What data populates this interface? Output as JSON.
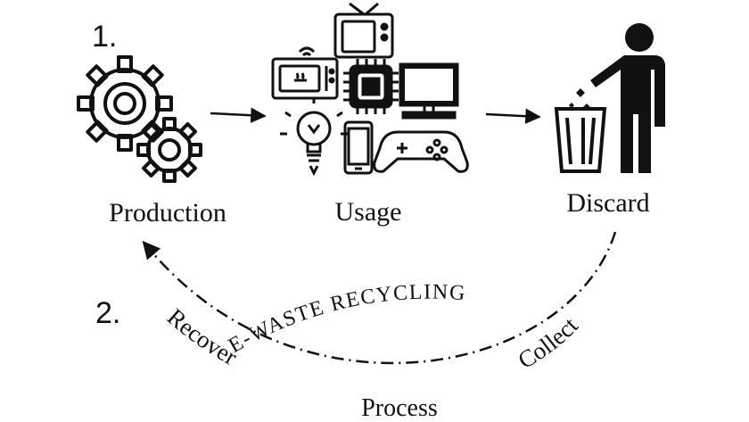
{
  "diagram": {
    "step_markers": {
      "first": "1.",
      "second": "2."
    },
    "stages": {
      "production": "Production",
      "usage": "Usage",
      "discard": "Discard"
    },
    "cycle": {
      "arc_title": "E-WASTE RECYCLING",
      "collect": "Collect",
      "process": "Process",
      "recover": "Recover"
    },
    "icons": {
      "production": [
        "gears-icon"
      ],
      "usage": [
        "microwave-icon",
        "tv-icon",
        "chip-icon",
        "monitor-icon",
        "lightbulb-icon",
        "smartphone-icon",
        "gamepad-icon"
      ],
      "discard": [
        "person-trash-bin-icon"
      ]
    }
  }
}
